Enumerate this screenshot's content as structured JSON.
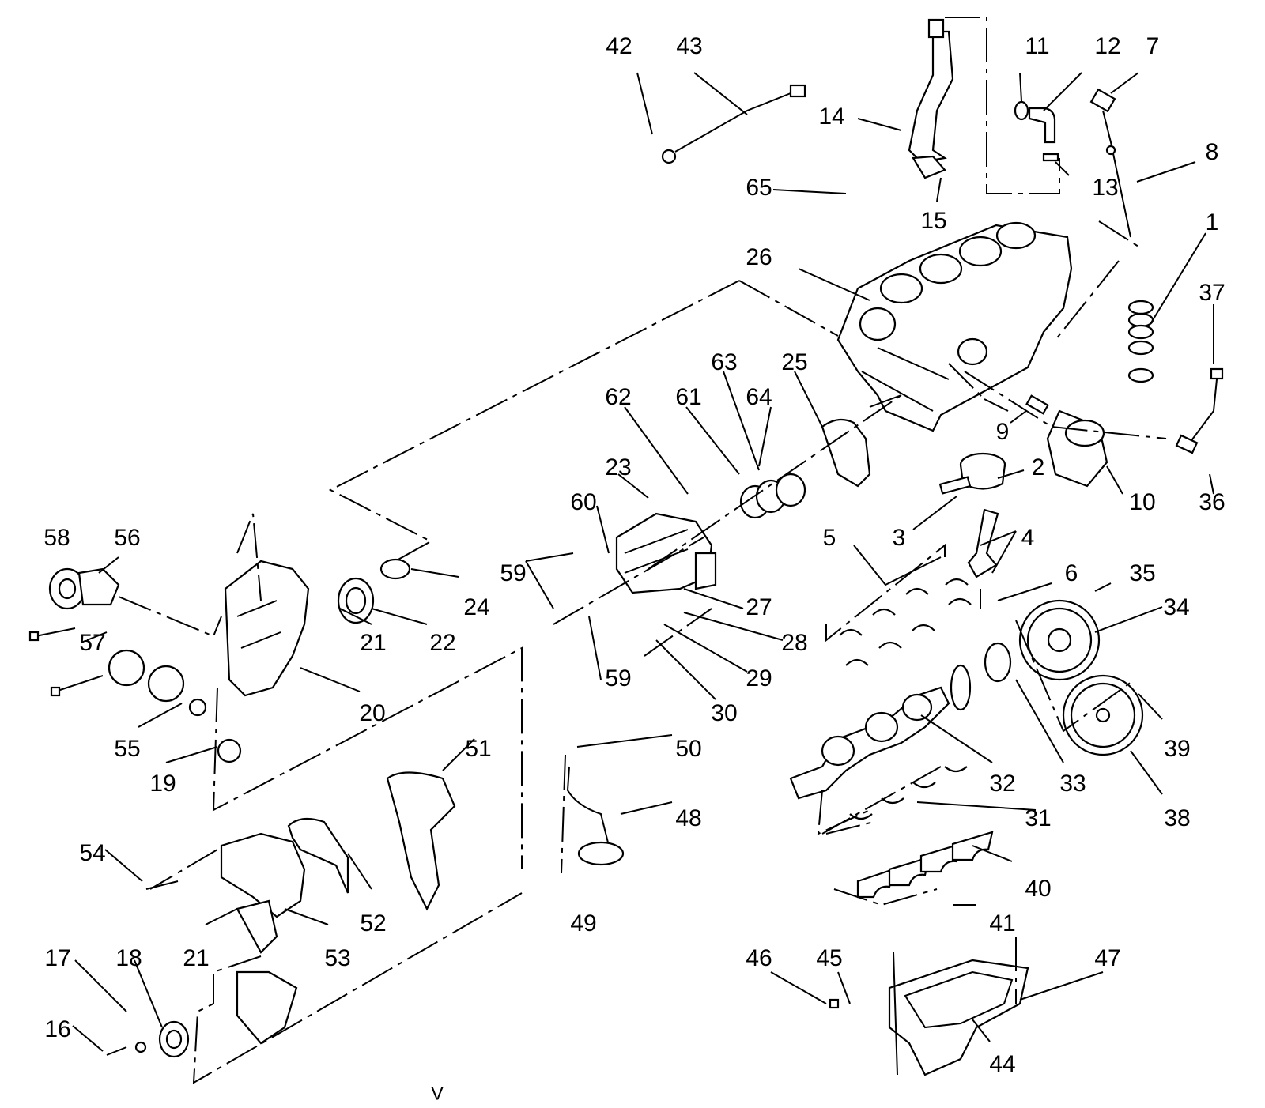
{
  "diagram": {
    "callouts": [
      "1",
      "2",
      "3",
      "4",
      "5",
      "6",
      "7",
      "8",
      "9",
      "10",
      "11",
      "12",
      "13",
      "14",
      "15",
      "16",
      "17",
      "18",
      "19",
      "20",
      "21",
      "21",
      "22",
      "23",
      "24",
      "25",
      "26",
      "27",
      "28",
      "29",
      "30",
      "31",
      "32",
      "33",
      "34",
      "35",
      "36",
      "37",
      "38",
      "39",
      "40",
      "41",
      "42",
      "43",
      "44",
      "45",
      "46",
      "47",
      "48",
      "49",
      "50",
      "51",
      "52",
      "53",
      "54",
      "55",
      "56",
      "57",
      "58",
      "59",
      "59",
      "60",
      "61",
      "62",
      "63",
      "64",
      "65"
    ],
    "footer_mark": "V",
    "line_color": "#000000",
    "background_color": "#ffffff"
  }
}
